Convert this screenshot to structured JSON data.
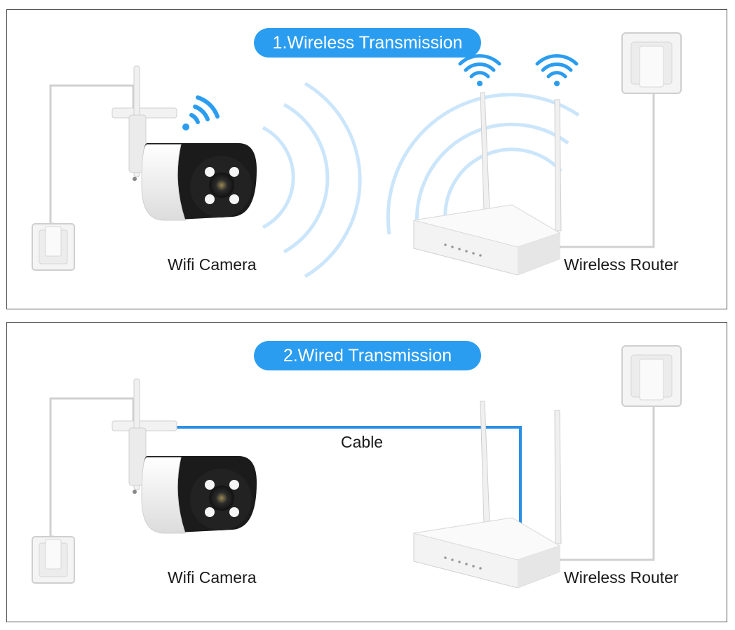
{
  "panels": [
    {
      "title": "1.Wireless Transmission",
      "camera_label": "Wifi Camera",
      "router_label": "Wireless Router"
    },
    {
      "title": "2.Wired Transmission",
      "camera_label": "Wifi Camera",
      "router_label": "Wireless Router",
      "cable_label": "Cable"
    }
  ],
  "colors": {
    "accent": "#2b9df0",
    "cable": "#2b8fe6",
    "device": "#f4f4f4",
    "frame": "#555555"
  }
}
